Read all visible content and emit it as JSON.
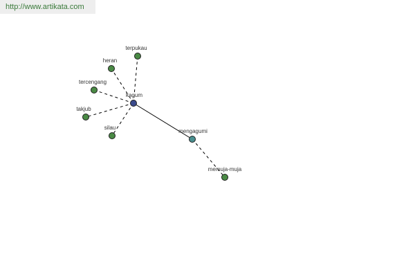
{
  "source": {
    "url": "http://www.artikata.com"
  },
  "graph": {
    "nodes": [
      {
        "id": "kagum",
        "label": "kagum",
        "role": "root",
        "color": "#3a4a8c"
      },
      {
        "id": "terpukau",
        "label": "terpukau",
        "role": "synonym",
        "color": "#4a8a45"
      },
      {
        "id": "heran",
        "label": "heran",
        "role": "synonym",
        "color": "#4a8a45"
      },
      {
        "id": "tercengang",
        "label": "tercengang",
        "role": "synonym",
        "color": "#4a8a45"
      },
      {
        "id": "takjub",
        "label": "takjub",
        "role": "synonym",
        "color": "#4a8a45"
      },
      {
        "id": "silau",
        "label": "silau",
        "role": "synonym",
        "color": "#4a8a45"
      },
      {
        "id": "mengagumi",
        "label": "mengagumi",
        "role": "derived",
        "color": "#4a8f8f"
      },
      {
        "id": "memuja-muja",
        "label": "memuja-muja",
        "role": "synonym",
        "color": "#4a8a45"
      }
    ],
    "edges": [
      {
        "from": "kagum",
        "to": "terpukau",
        "style": "dashed"
      },
      {
        "from": "kagum",
        "to": "heran",
        "style": "dashed"
      },
      {
        "from": "kagum",
        "to": "tercengang",
        "style": "dashed"
      },
      {
        "from": "kagum",
        "to": "takjub",
        "style": "dashed"
      },
      {
        "from": "kagum",
        "to": "silau",
        "style": "dashed"
      },
      {
        "from": "kagum",
        "to": "mengagumi",
        "style": "solid"
      },
      {
        "from": "mengagumi",
        "to": "memuja-muja",
        "style": "dashed"
      }
    ]
  }
}
